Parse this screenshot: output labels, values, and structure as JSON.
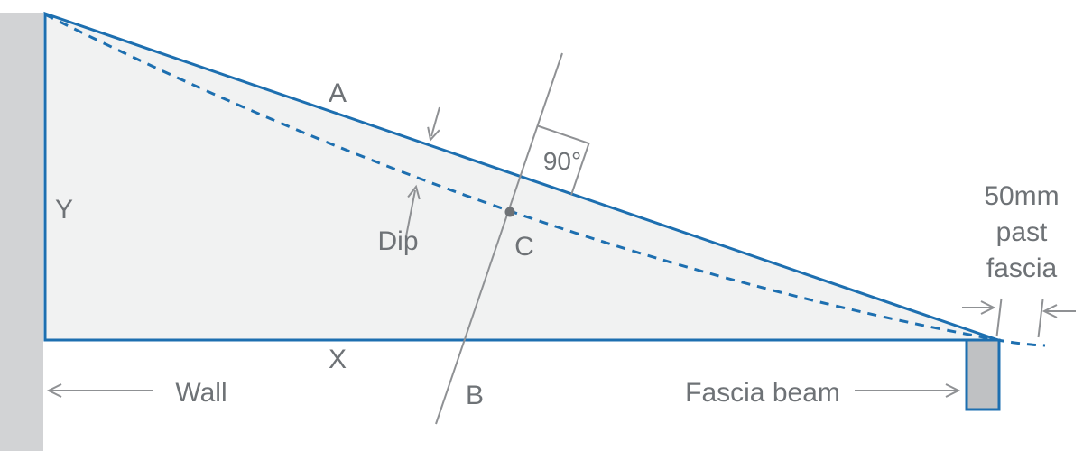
{
  "labels": {
    "side_a": "A",
    "side_b": "B",
    "point_c": "C",
    "side_x": "X",
    "side_y": "Y",
    "dip": "Dip",
    "angle": "90°",
    "wall": "Wall",
    "fascia_beam": "Fascia beam",
    "overhang": {
      "line1": "50mm",
      "line2": "past",
      "line3": "fascia"
    }
  },
  "colors": {
    "line_blue": "#1d6fb0",
    "triangle_fill": "#f1f2f2",
    "wall_fill": "#d2d3d5",
    "beam_fill": "#bfc1c3",
    "gray_line": "#8f9194",
    "gray_text": "#6e7276",
    "background": "#ffffff"
  }
}
